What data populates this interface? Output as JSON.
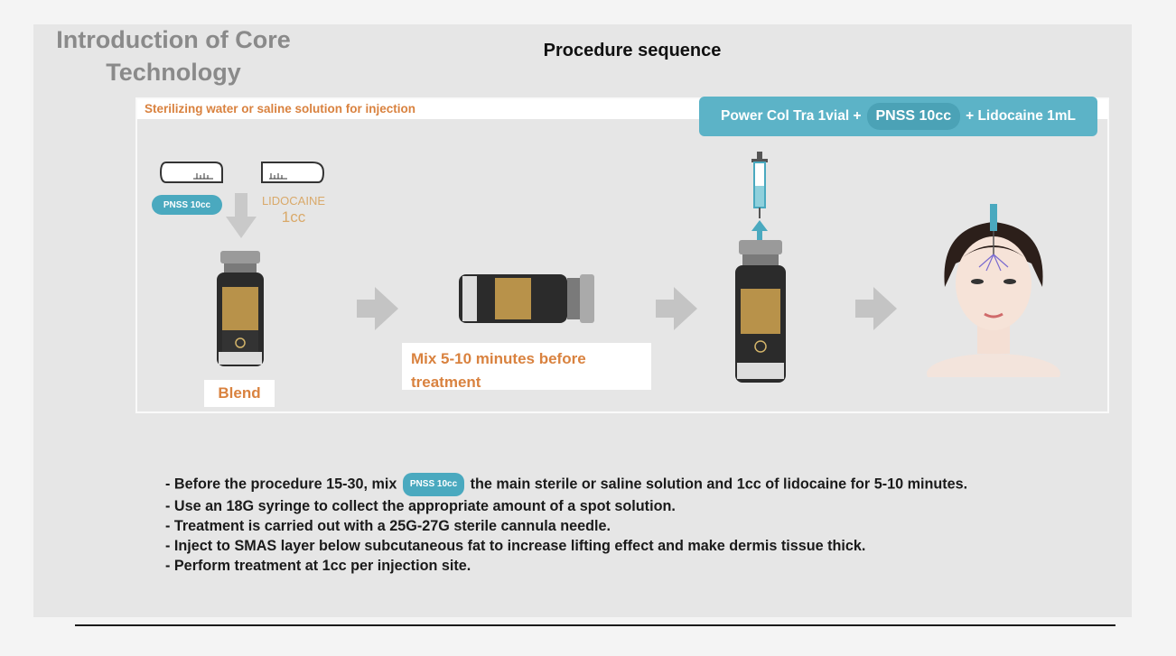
{
  "header": {
    "section_title_line1": "Introduction of Core",
    "section_title_line2": "Technology",
    "procedure_title": "Procedure sequence"
  },
  "diagram": {
    "sterilizing_label": "Sterilizing water or saline solution for injection",
    "formula": {
      "part1": "Power Col Tra 1vial +",
      "pill": "PNSS 10cc",
      "part2": "+ Lidocaine 1mL"
    },
    "pnss_pill": "PNSS 10cc",
    "lidocaine_label": "LIDOCAINE",
    "lidocaine_amount": "1cc",
    "blend_label": "Blend",
    "mix_label_line1": "Mix 5-10 minutes before",
    "mix_label_line2": "treatment"
  },
  "instructions": {
    "line1_start": "- Before the procedure 15-30, mix",
    "line1_pill": "PNSS 10cc",
    "line1_end": "the main sterile or saline solution and 1cc of lidocaine for 5-10  minutes.",
    "line2": "- Use an 18G syringe to collect the appropriate amount of a spot solution.",
    "line3": "- Treatment is carried out with a 25G-27G sterile cannula  needle.",
    "line4": "- Inject to SMAS layer below subcutaneous fat to increase lifting effect and make dermis tissue thick.",
    "line5": "- Perform treatment at 1cc per injection site."
  },
  "colors": {
    "accent_teal": "#5cb3c7",
    "accent_orange": "#d9823f",
    "title_gray": "#8a8a8a"
  }
}
